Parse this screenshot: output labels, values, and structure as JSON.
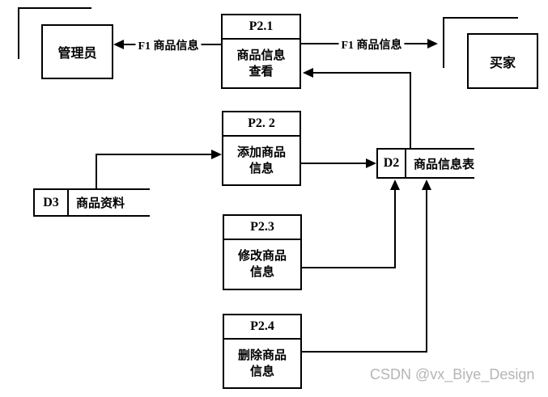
{
  "entities": {
    "admin": {
      "label": "管理员"
    },
    "buyer": {
      "label": "买家"
    }
  },
  "processes": {
    "p21": {
      "id": "P2.1",
      "line1": "商品信息",
      "line2": "查看"
    },
    "p22": {
      "id": "P2. 2",
      "line1": "添加商品",
      "line2": "信息"
    },
    "p23": {
      "id": "P2.3",
      "line1": "修改商品",
      "line2": "信息"
    },
    "p24": {
      "id": "P2.4",
      "line1": "删除商品",
      "line2": "信息"
    }
  },
  "stores": {
    "d2": {
      "id": "D2",
      "label": "商品信息表"
    },
    "d3": {
      "id": "D3",
      "label": "商品资料"
    }
  },
  "flows": {
    "to_admin": {
      "label": "F1 商品信息"
    },
    "to_buyer": {
      "label": "F1 商品信息"
    }
  },
  "watermark": "CSDN @vx_Biye_Design",
  "colors": {
    "line": "#000000",
    "background": "#ffffff",
    "watermark": "#b5b5b5"
  }
}
